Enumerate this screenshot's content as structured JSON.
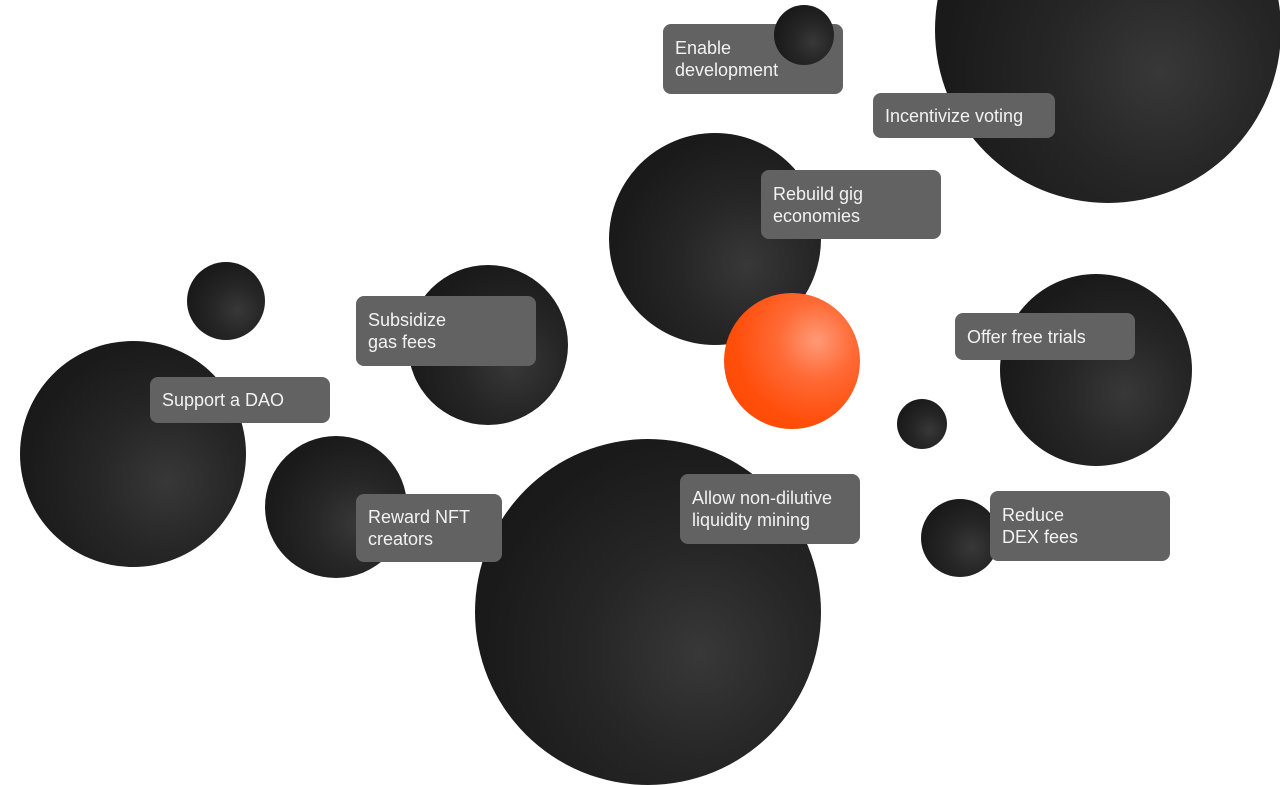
{
  "labels": {
    "enable_development": "Enable development",
    "incentivize_voting": "Incentivize voting",
    "rebuild_gig": "Rebuild gig economies",
    "subsidize_gas": "Subsidize gas fees",
    "support_dao": "Support a DAO",
    "offer_trials": "Offer free trials",
    "liquidity_mining": "Allow non-dilutive liquidity mining",
    "reward_nft": "Reward NFT creators",
    "reduce_dex": "Reduce DEX fees"
  },
  "colors": {
    "accent": "#ff4d0a",
    "sphere": "#1a1a1a",
    "label_bg": "#626262"
  }
}
